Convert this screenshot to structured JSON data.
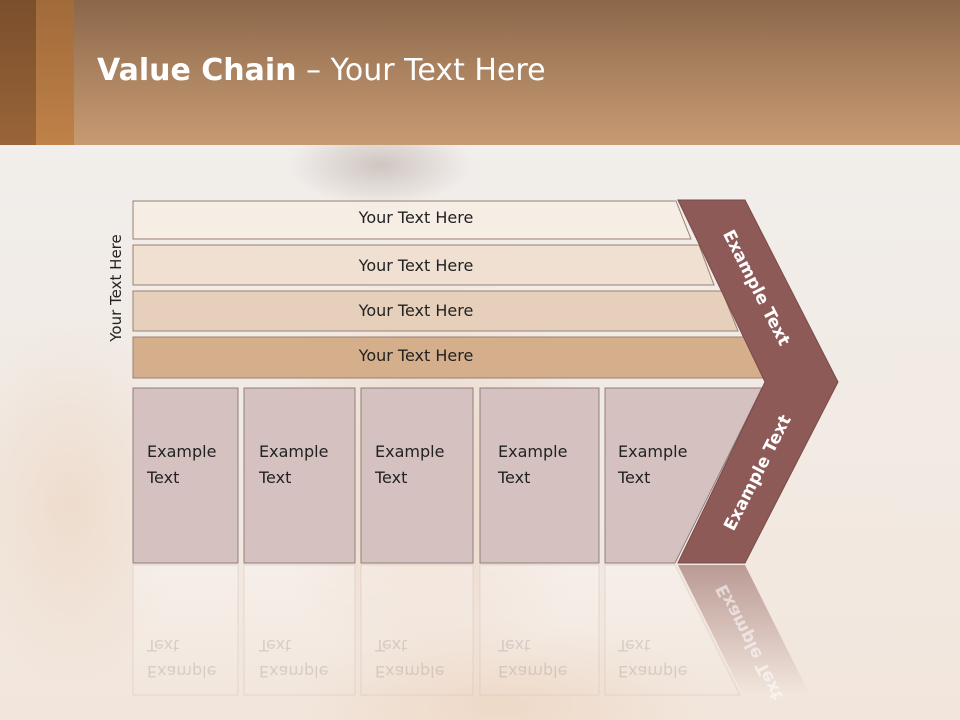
{
  "header": {
    "title_bold": "Value Chain",
    "title_rest": " – Your Text Here"
  },
  "side_label": "Your Text Here",
  "bands": [
    {
      "label": "Your Text Here"
    },
    {
      "label": "Your Text Here"
    },
    {
      "label": "Your Text Here"
    },
    {
      "label": "Your Text Here"
    }
  ],
  "boxes": [
    {
      "line1": "Example",
      "line2": "Text"
    },
    {
      "line1": "Example",
      "line2": "Text"
    },
    {
      "line1": "Example",
      "line2": "Text"
    },
    {
      "line1": "Example",
      "line2": "Text"
    },
    {
      "line1": "Example",
      "line2": "Text"
    }
  ],
  "chevron": {
    "upper_label": "Example Text",
    "lower_label": "Example Text"
  },
  "colors": {
    "header": "#a8805e",
    "chevron": "#8e5a58",
    "boxes": "#d5c2c0",
    "band1": "#f6ede5",
    "band2": "#efe0d2",
    "band3": "#e6d0bb",
    "band4": "#d5ae8b"
  }
}
